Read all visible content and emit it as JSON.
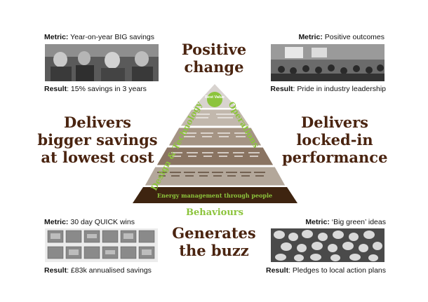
{
  "headings": {
    "top": "Positive change",
    "left": "Delivers bigger savings at lowest cost",
    "right": "Delivers locked-in performance",
    "bottom": "Generates the buzz"
  },
  "quadrants": {
    "top_left": {
      "metric_label": "Metric:",
      "metric_text": " Year-on-year BIG savings",
      "result_label": "Result",
      "result_text": ": 15% savings in 3 years"
    },
    "top_right": {
      "metric_label": "Metric:",
      "metric_text": " Positive outcomes",
      "result_label": "Result",
      "result_text": ": Pride in industry leadership"
    },
    "bottom_left": {
      "metric_label": "Metric:",
      "metric_text": " 30 day QUICK wins",
      "result_label": "Result",
      "result_text": ": £83k annualised savings"
    },
    "bottom_right": {
      "metric_label": "Metric:",
      "metric_text": " ‘Big green’ ideas",
      "result_label": "Result",
      "result_text": ": Pledges to local action plans"
    }
  },
  "pyramid": {
    "apex": "Best Value",
    "side_left": "Design & Technology",
    "side_right": "Operations",
    "base_band": "Energy management through people",
    "below": "Behaviours"
  },
  "colors": {
    "heading_brown": "#4a2410",
    "green": "#8cc43c",
    "pyramid_dark": "#3e2410",
    "pyramid_mid": "#8a7462",
    "pyramid_light": "#b3a79a",
    "pyramid_top": "#d8d3cf"
  }
}
